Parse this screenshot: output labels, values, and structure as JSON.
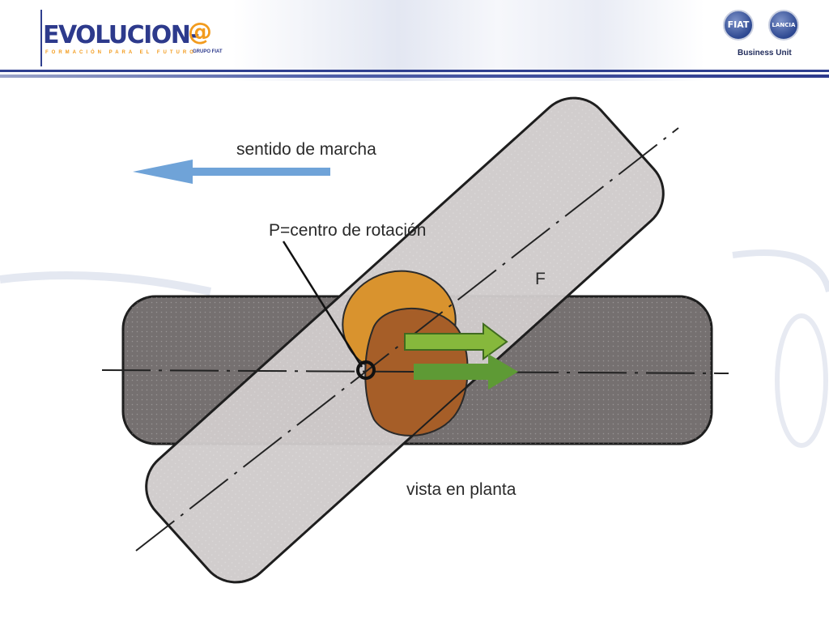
{
  "header": {
    "logo_text": "EVOLUCION-",
    "logo_at": "@",
    "logo_tagline": "FORMACIÓN PARA EL FUTURO",
    "logo_group": "GRUPO FIAT",
    "badges": [
      "FIAT",
      "LANCIA"
    ],
    "business_unit": "Business Unit"
  },
  "diagram": {
    "direction_label": "sentido de marcha",
    "pivot_label": "P=centro de rotación",
    "force_label": "F",
    "view_label": "vista en planta",
    "colors": {
      "direction_arrow": "#6fa3d8",
      "force_arrow_light": "#86b83c",
      "force_arrow_dark": "#5e9a35",
      "tire_dark": "#757070",
      "tire_light": "#cfcbcb",
      "contact_patch_light": "#d9932e",
      "contact_patch_dark": "#a65e28"
    }
  }
}
